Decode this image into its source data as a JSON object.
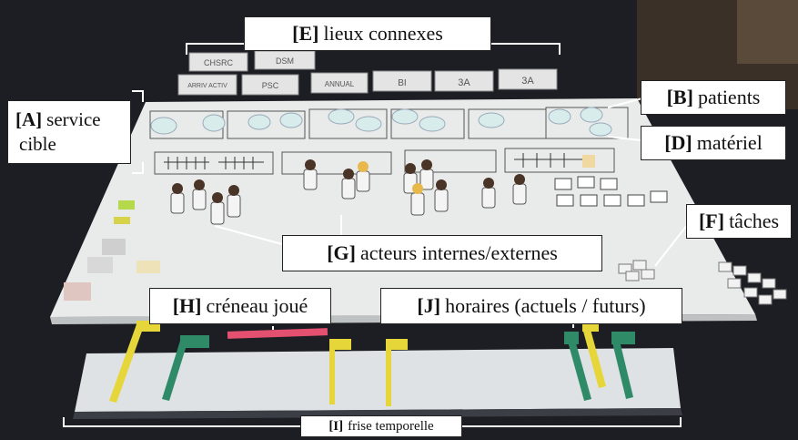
{
  "labels": {
    "E": {
      "key": "[E]",
      "text": "lieux connexes"
    },
    "A": {
      "key": "[A]",
      "text_line1": "service",
      "text_line2": "cible"
    },
    "B": {
      "key": "[B]",
      "text": "patients"
    },
    "D": {
      "key": "[D]",
      "text": "matériel"
    },
    "F": {
      "key": "[F]",
      "text": "tâches"
    },
    "G": {
      "key": "[G]",
      "text": "acteurs internes/externes"
    },
    "H": {
      "key": "[H]",
      "text": "créneau joué"
    },
    "J": {
      "key": "[J]",
      "text": "horaires (actuels / futurs)"
    },
    "I": {
      "key": "[I]",
      "text": "frise temporelle"
    }
  },
  "room_cards": [
    "CHSRC",
    "DSM",
    "ARRIV ACTIV",
    "PSC",
    "ANNUAL",
    "BI",
    "3A",
    "3A"
  ],
  "colors": {
    "background": "#1c1e24",
    "board": "#e9ebea",
    "timeline_board": "#dfe2e4",
    "slot_pink": "#e4506f",
    "flag_yellow": "#e6d63a",
    "flag_green": "#2f8a68",
    "label_bg": "#ffffff"
  }
}
